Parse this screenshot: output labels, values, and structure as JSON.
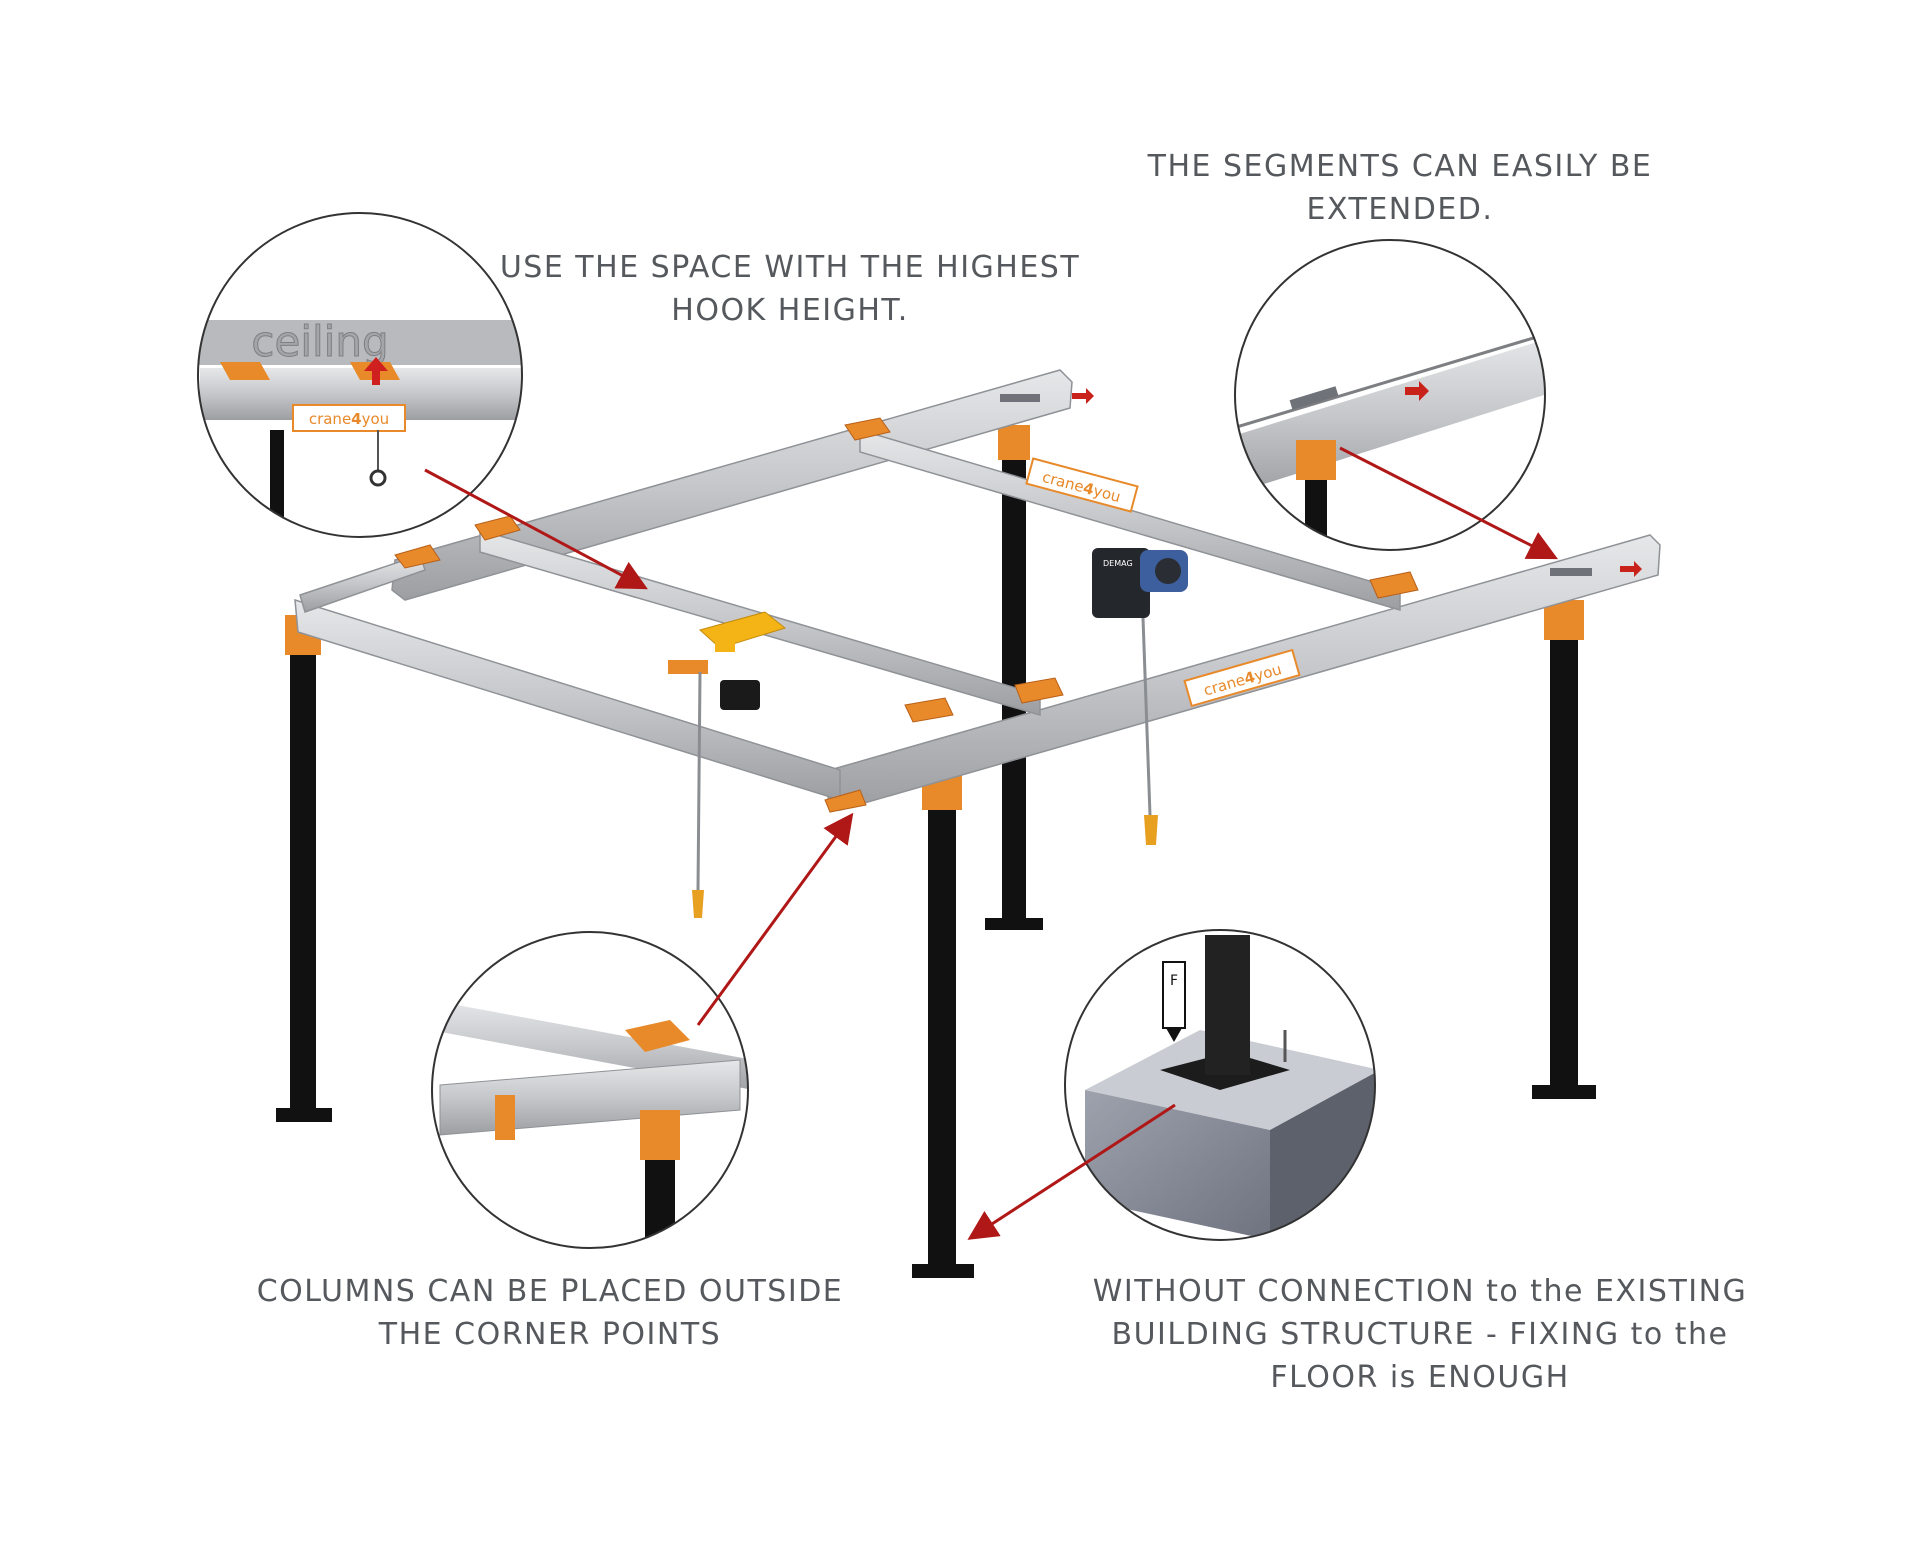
{
  "captions": {
    "hook_height": [
      "USE THE SPACE WITH THE HIGHEST",
      "HOOK HEIGHT."
    ],
    "segments": [
      "THE SEGMENTS CAN EASILY BE",
      "EXTENDED."
    ],
    "columns": [
      "COLUMNS CAN BE PLACED OUTSIDE",
      "THE CORNER POINTS"
    ],
    "floor": [
      "WITHOUT CONNECTION to the EXISTING",
      "BUILDING STRUCTURE - FIXING to the",
      "FLOOR is ENOUGH"
    ]
  },
  "brand": {
    "logo_text_a": "crane",
    "logo_text_b": "4",
    "logo_text_c": "you",
    "ceiling_label": "ceiling",
    "hoist_label": "DEMAG",
    "force_label": "F"
  },
  "colors": {
    "beam": "#c8cacd",
    "beam_dark": "#9a9da1",
    "orange": "#e8892a",
    "yellow": "#f4b416",
    "column": "#121212",
    "arrow": "#b01717",
    "circle": "#333333",
    "text": "#55585c"
  }
}
